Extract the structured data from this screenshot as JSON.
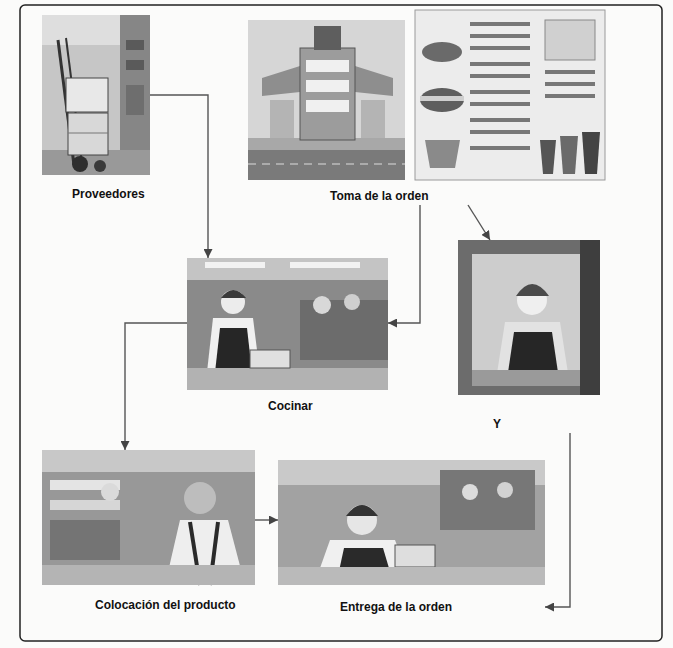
{
  "diagram": {
    "nodes": [
      {
        "text": [
          "Proveedores"
        ]
      },
      {
        "text": [
          "Toma de la orden"
        ]
      },
      {
        "text": [
          "Cocinar"
        ]
      },
      {
        "text": [
          "Y"
        ]
      },
      {
        "text": [
          "Colocación del producto"
        ]
      },
      {
        "text": [
          "Entrega de la orden"
        ]
      }
    ],
    "edges": [
      {
        "from": 0,
        "to": 2,
        "arrow": "to"
      },
      {
        "from": 1,
        "to": 2,
        "arrow": "to"
      },
      {
        "from": 1,
        "to": 3,
        "arrow": "to"
      },
      {
        "from": 2,
        "to": 4,
        "arrow": "to"
      },
      {
        "from": 4,
        "to": 5,
        "arrow": "to"
      },
      {
        "from": 3,
        "to": 5,
        "arrow": "to"
      }
    ]
  }
}
